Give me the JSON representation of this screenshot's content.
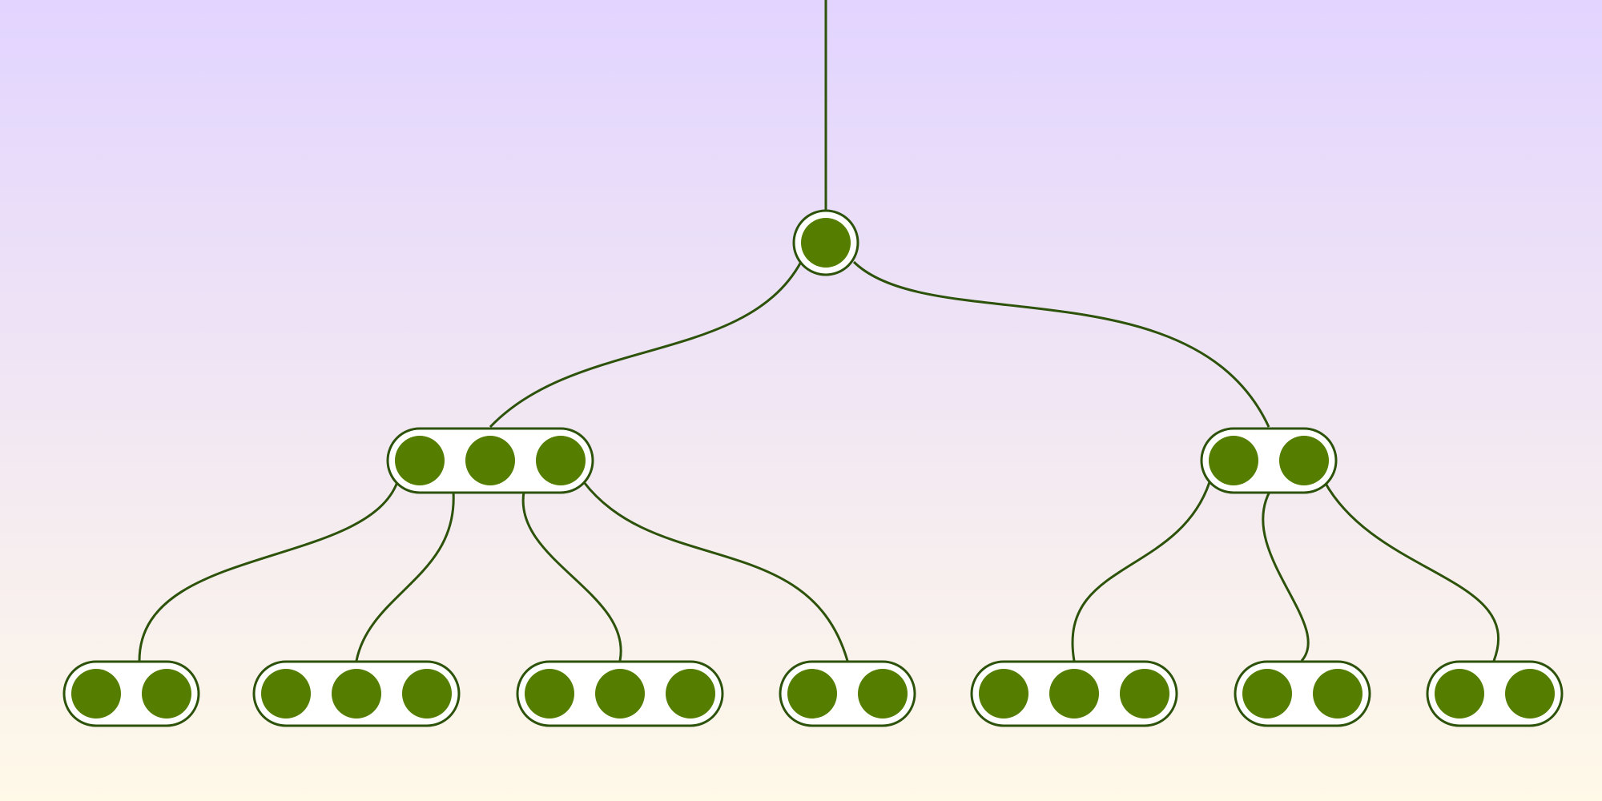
{
  "colors": {
    "background_top": "#e2d4ff",
    "background_bottom": "#fff9e8",
    "stroke": "#2d520a",
    "node_fill": "#557d00",
    "capsule_fill": "#ffffff"
  },
  "tree": {
    "description_free": true,
    "root": {
      "id": "root",
      "count": 1
    },
    "level1": [
      {
        "id": "l1-left",
        "count": 3
      },
      {
        "id": "l1-right",
        "count": 2
      }
    ],
    "level2": [
      {
        "id": "l2-1",
        "count": 2,
        "parent": "l1-left"
      },
      {
        "id": "l2-2",
        "count": 3,
        "parent": "l1-left"
      },
      {
        "id": "l2-3",
        "count": 3,
        "parent": "l1-left"
      },
      {
        "id": "l2-4",
        "count": 2,
        "parent": "l1-left"
      },
      {
        "id": "l2-5",
        "count": 3,
        "parent": "l1-right"
      },
      {
        "id": "l2-6",
        "count": 2,
        "parent": "l1-right"
      },
      {
        "id": "l2-7",
        "count": 2,
        "parent": "l1-right"
      }
    ]
  }
}
